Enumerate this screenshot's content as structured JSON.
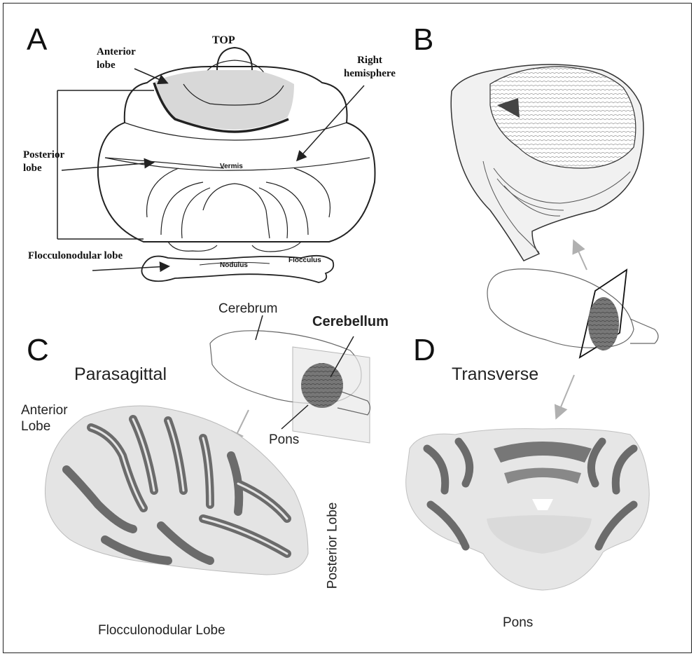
{
  "panels": {
    "a": "A",
    "b": "B",
    "c": "C",
    "d": "D"
  },
  "panel_a": {
    "top": "TOP",
    "anterior_lobe": "Anterior lobe",
    "right_hemisphere": "Right hemisphere",
    "posterior_lobe": "Posterior lobe",
    "vermis": "Vermis",
    "flocculonodular_lobe": "Flocculonodular lobe",
    "nodulus": "Nodulus",
    "flocculus": "Flocculus"
  },
  "center": {
    "cerebrum": "Cerebrum",
    "cerebellum": "Cerebellum",
    "pons": "Pons"
  },
  "panel_c": {
    "title": "Parasagittal",
    "anterior_lobe": "Anterior Lobe",
    "posterior_lobe": "Posterior Lobe",
    "flocculonodular_lobe": "Flocculonodular Lobe"
  },
  "panel_d": {
    "title": "Transverse",
    "pons": "Pons"
  },
  "colors": {
    "line": "#222222",
    "shade": "#d8d8d8",
    "stain": "#6b6b6b",
    "arrow": "#b0b0b0"
  }
}
